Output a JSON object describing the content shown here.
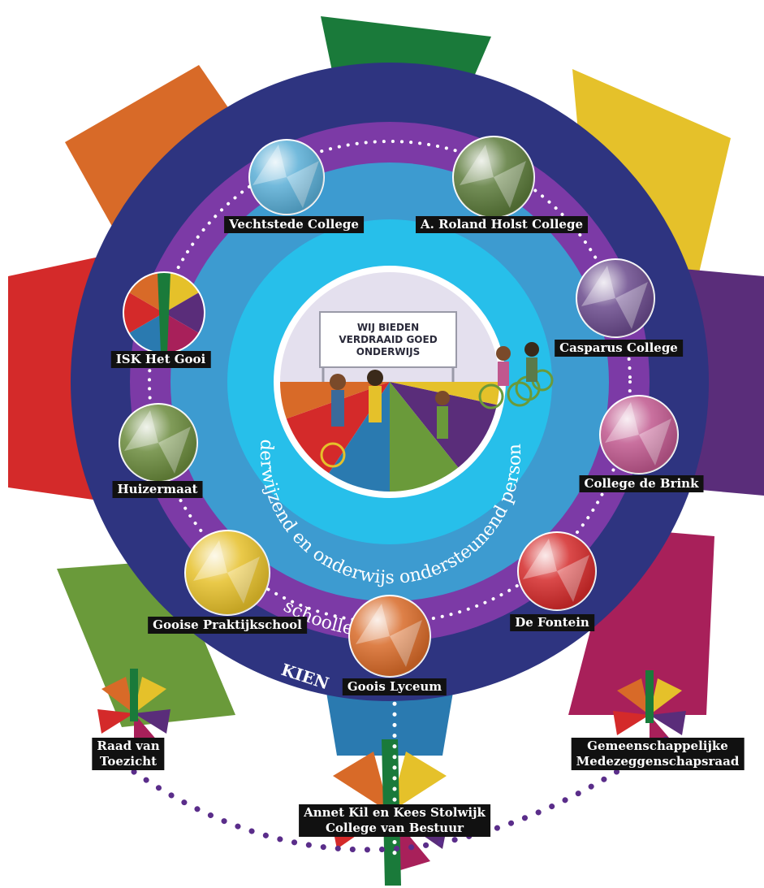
{
  "center_sign": [
    "WIJ BIEDEN",
    "VERDRAAID GOED",
    "ONDERWIJS"
  ],
  "ring_labels": {
    "staff": "onderwijzend en onderwijs ondersteunend personeel",
    "leadership": "schoolleiding",
    "foundation": "KIEN"
  },
  "schools": [
    {
      "name": "Vechtstede College",
      "color": "#5aaed6"
    },
    {
      "name": "A. Roland Holst College",
      "color": "#5b7a3a"
    },
    {
      "name": "Casparus College",
      "color": "#6a4a8c"
    },
    {
      "name": "College  de Brink",
      "color": "#c0588e"
    },
    {
      "name": "De Fontein",
      "color": "#d42a2a"
    },
    {
      "name": "Goois Lyceum",
      "color": "#d86a28"
    },
    {
      "name": "Gooise Praktijkschool",
      "color": "#e6c02a"
    },
    {
      "name": "Huizermaat",
      "color": "#6a8a3c"
    },
    {
      "name": "ISK Het Gooi",
      "color": "multi"
    }
  ],
  "governance": {
    "supervisory": [
      "Raad van",
      "Toezicht"
    ],
    "council": [
      "Gemeenschappelijke",
      "Medezeggenschapsraad"
    ],
    "board": [
      "Annet Kil en Kees Stolwijk",
      "College van Bestuur"
    ]
  },
  "colors": {
    "outer_ring": "#2e3480",
    "purple_ring": "#7c3aa6",
    "leadership_ring": "#3d9bd0",
    "staff_ring": "#27bfea",
    "petals": [
      "#1a7a3a",
      "#e5c12a",
      "#5a2d7a",
      "#a8205a",
      "#2a7ab0",
      "#6a9a3a",
      "#d42a2a",
      "#d86a28"
    ]
  }
}
